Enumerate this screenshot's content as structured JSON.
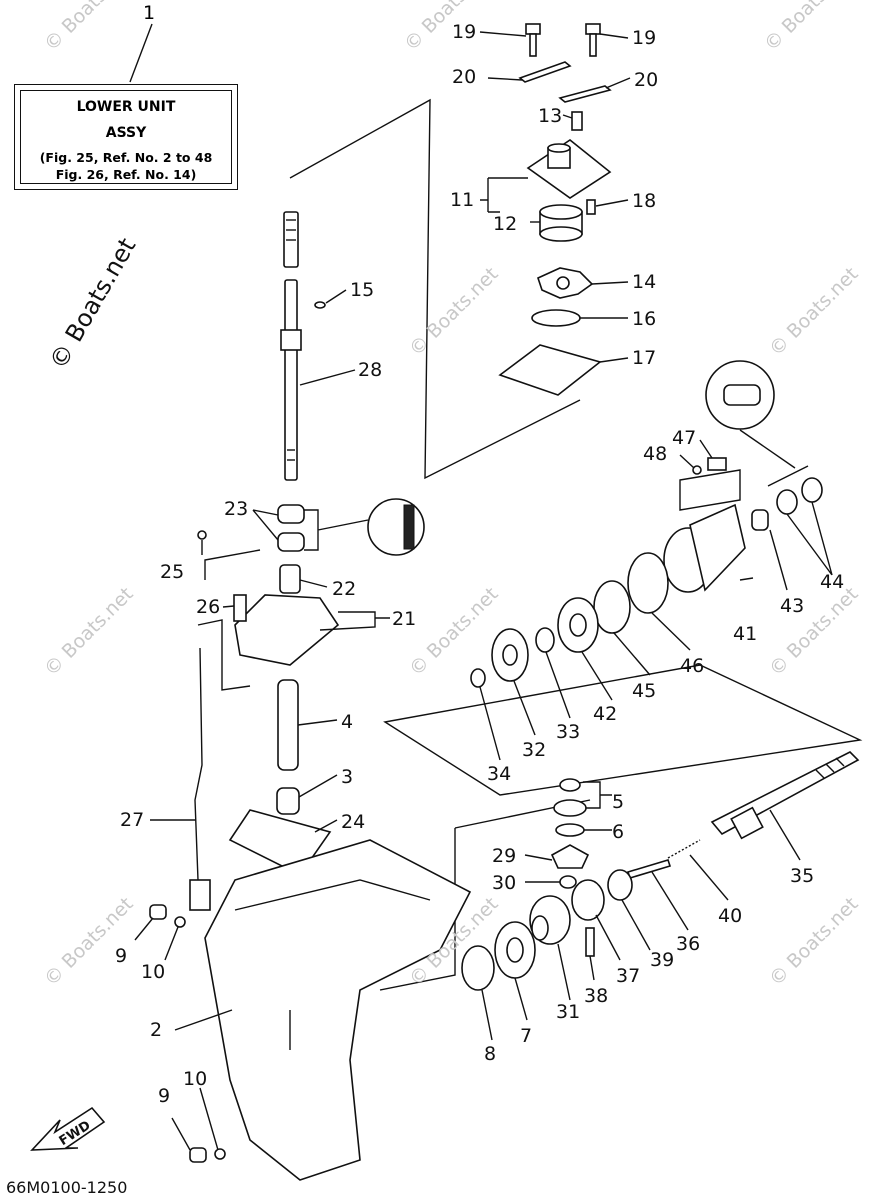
{
  "title_box": {
    "ref": "1",
    "line1": "LOWER UNIT",
    "line2": "ASSY",
    "line3": "(Fig. 25, Ref. No. 2 to 48",
    "line4": "Fig. 26, Ref. No. 14)"
  },
  "watermark": "© Boats.net",
  "diagram_code": "66M0100-1250",
  "fwd_label": "FWD",
  "callouts": [
    "2",
    "3",
    "4",
    "5",
    "6",
    "7",
    "8",
    "9",
    "9",
    "10",
    "10",
    "11",
    "12",
    "13",
    "14",
    "15",
    "16",
    "17",
    "18",
    "19",
    "19",
    "20",
    "20",
    "21",
    "22",
    "23",
    "24",
    "25",
    "26",
    "27",
    "28",
    "29",
    "30",
    "31",
    "32",
    "33",
    "34",
    "35",
    "36",
    "37",
    "38",
    "39",
    "40",
    "41",
    "42",
    "43",
    "44",
    "45",
    "46",
    "47",
    "48"
  ]
}
